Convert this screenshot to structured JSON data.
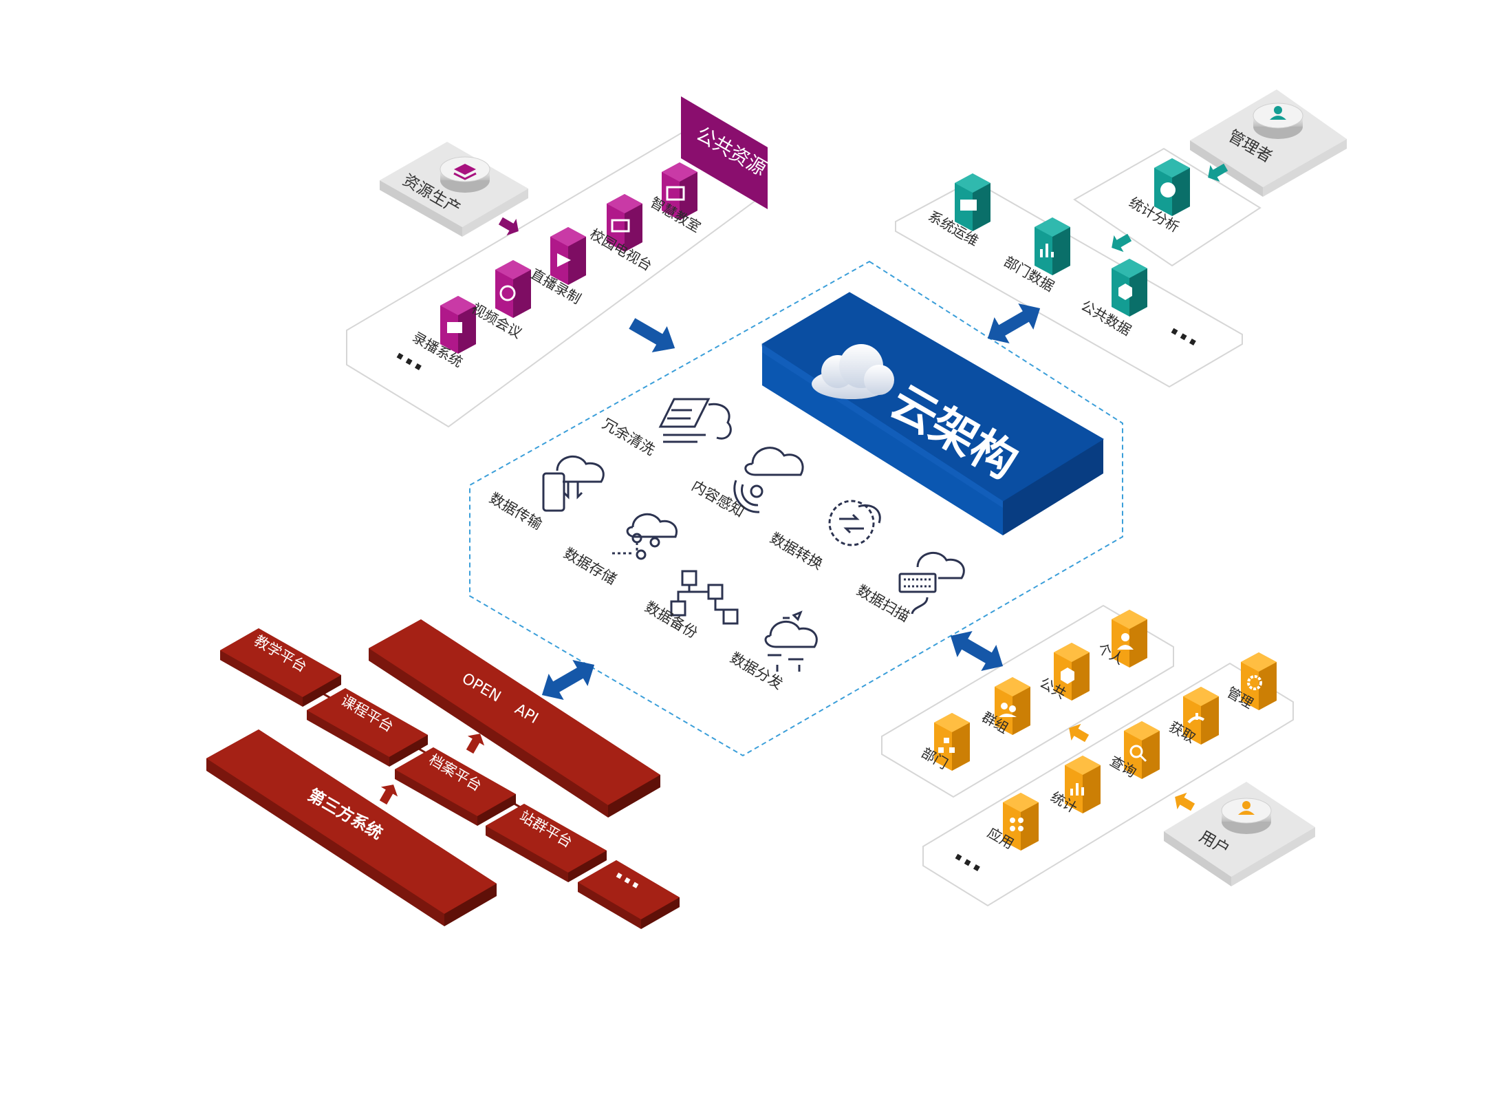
{
  "cloud": {
    "title": "云架构"
  },
  "resources": {
    "title": "公共资源",
    "producer": "资源生产",
    "items": [
      "录播系统",
      "视频会议",
      "直播录制",
      "校园电视台",
      "智慧教室"
    ],
    "more": "···"
  },
  "admin": {
    "manager": "管理者",
    "stats": "统计分析",
    "items": [
      "系统运维",
      "部门数据",
      "公共数据"
    ],
    "more": "···"
  },
  "services": [
    "冗余清洗",
    "内容感知",
    "数据传输",
    "数据转换",
    "数据存储",
    "数据扫描",
    "数据备份",
    "数据分发"
  ],
  "users": {
    "user": "用户",
    "row_top": [
      "部门",
      "群组",
      "公共",
      "个人"
    ],
    "row_bottom": [
      "应用",
      "统计",
      "查询",
      "获取",
      "管理"
    ],
    "more": "···"
  },
  "platforms": {
    "open_api": "OPEN    API",
    "third_party": "第三方系统",
    "items": [
      "教学平台",
      "课程平台",
      "档案平台",
      "站群平台"
    ],
    "more": "···"
  },
  "colors": {
    "purple": "#b0188a",
    "purple_dark": "#7e0d63",
    "teal": "#139d93",
    "teal_dark": "#0a6f69",
    "orange": "#f5a214",
    "orange_dark": "#cc7f05",
    "red": "#a52115",
    "red_dark": "#7a160d",
    "blue": "#0a4ea2",
    "blue_dark": "#083d82",
    "arrow_blue": "#1557a8",
    "dash": "#3a9ed9"
  }
}
